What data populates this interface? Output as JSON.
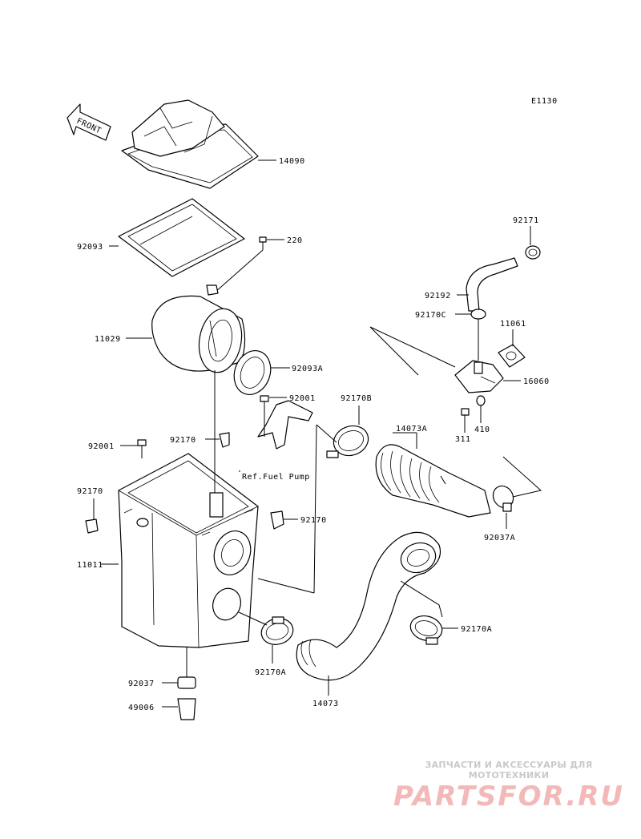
{
  "diagram_code": "E1130",
  "front_label": "FRONT",
  "ref_note": "Ref.Fuel Pump",
  "parts": {
    "p14090": "14090",
    "p92093": "92093",
    "p220": "220",
    "p11029": "11029",
    "p92093A": "92093A",
    "p92001_top": "92001",
    "p92170_top": "92170",
    "p92001_left": "92001",
    "p92170_left": "92170",
    "p11011": "11011",
    "p92170_right": "92170",
    "p92037": "92037",
    "p49006": "49006",
    "p92170B": "92170B",
    "p14073A": "14073A",
    "p92171": "92171",
    "p92192": "92192",
    "p92170C": "92170C",
    "p11061": "11061",
    "p16060": "16060",
    "p311": "311",
    "p410": "410",
    "p92037A": "92037A",
    "p92170A_bot": "92170A",
    "p92170A_right": "92170A",
    "p14073": "14073"
  },
  "watermark": {
    "line1": "ЗАПЧАСТИ И АКСЕССУАРЫ ДЛЯ МОТОТЕХНИКИ",
    "line2": "PARTSFOR.RU"
  }
}
